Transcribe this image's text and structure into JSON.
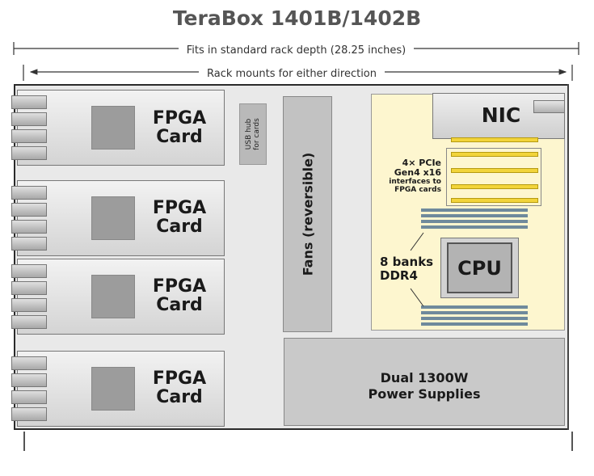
{
  "title": "TeraBox 1401B/1402B",
  "dimensions": {
    "rack_depth": "Fits in standard rack depth (28.25 inches)",
    "rack_mounts": "Rack mounts for either direction"
  },
  "components": {
    "fpga_cards": [
      {
        "line1": "FPGA",
        "line2": "Card"
      },
      {
        "line1": "FPGA",
        "line2": "Card"
      },
      {
        "line1": "FPGA",
        "line2": "Card"
      },
      {
        "line1": "FPGA",
        "line2": "Card"
      }
    ],
    "usb_hub": {
      "line1": "USB hub",
      "line2": "for cards"
    },
    "fans": "Fans (reversible)",
    "nic": "NIC",
    "pcie": {
      "line1": "4× PCIe",
      "line2": "Gen4 x16",
      "line3": "interfaces to",
      "line4": "FPGA cards"
    },
    "ram": {
      "line1": "8 banks",
      "line2": "DDR4"
    },
    "cpu": "CPU",
    "psu": {
      "line1": "Dual 1300W",
      "line2": "Power Supplies"
    }
  },
  "colors": {
    "motherboard": "#fdf6cf",
    "pcie_slot": "#f2d43a",
    "ram_stick": "#6f8a9c",
    "module_gray": "#c2c2c2"
  }
}
